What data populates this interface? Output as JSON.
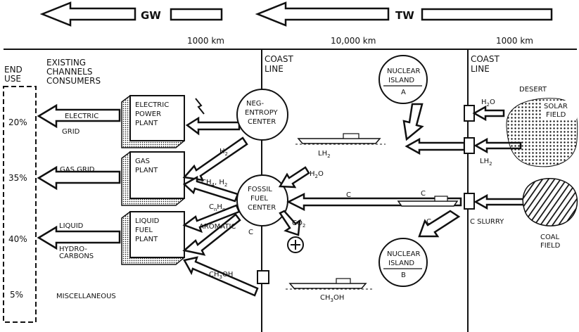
{
  "header": {
    "gw": "GW",
    "tw": "TW",
    "dist_left": "1000 km",
    "dist_mid": "10,000 km",
    "dist_right": "1000 km"
  },
  "coastline_left": [
    "COAST",
    "LINE"
  ],
  "coastline_right": [
    "COAST",
    "LINE"
  ],
  "end_use": [
    "END",
    "USE"
  ],
  "existing": [
    "EXISTING",
    "CHANNELS",
    "CONSUMERS"
  ],
  "percentages": [
    "20%",
    "35%",
    "40%",
    "5%"
  ],
  "channels": {
    "electric": "ELECTRIC",
    "grid": "GRID",
    "gas_grid": "GAS GRID",
    "liquid": "LIQUID",
    "hydro": "HYDRO-",
    "carbons": "CARBONS",
    "misc": "MISCELLANEOUS"
  },
  "plants": {
    "electric": [
      "ELECTRIC",
      "POWER",
      "PLANT"
    ],
    "gas": [
      "GAS",
      "PLANT"
    ],
    "liquid": [
      "LIQUID",
      "FUEL",
      "PLANT"
    ]
  },
  "centers": {
    "neg": [
      "NEG-",
      "ENTROPY",
      "CENTER"
    ],
    "fossil": [
      "FOSSIL",
      "FUEL",
      "CENTER"
    ]
  },
  "islands": {
    "a": [
      "NUCLEAR",
      "ISLAND",
      "A"
    ],
    "b": [
      "NUCLEAR",
      "ISLAND",
      "B"
    ]
  },
  "flows": {
    "h2": "H",
    "h2_sub": "2",
    "ch4": "CH",
    "ch4_sub": "4",
    "ch4_rest": ", H",
    "ch4_rest_sub": "2",
    "cnhn": "C",
    "cnhn_sub1": "n",
    "cnhn_h": "H",
    "cnhn_sub2": "n",
    "aromatic": "AROMATIC",
    "aromatic_c": "C",
    "ch3oh": "CH",
    "ch3oh_sub": "3",
    "ch3oh_rest": "OH",
    "h2o": "H",
    "h2o_sub": "2",
    "h2o_rest": "O",
    "co2": "CO",
    "co2_sub": "2",
    "c": "C",
    "lh2": "LH",
    "lh2_sub": "2",
    "c_slurry": "C SLURRY"
  },
  "right_side": {
    "desert": "DESERT",
    "solar": [
      "SOLAR",
      "FIELD"
    ],
    "coal": [
      "COAL",
      "FIELD"
    ]
  },
  "colors": {
    "ink": "#111111",
    "paper": "#ffffff"
  }
}
